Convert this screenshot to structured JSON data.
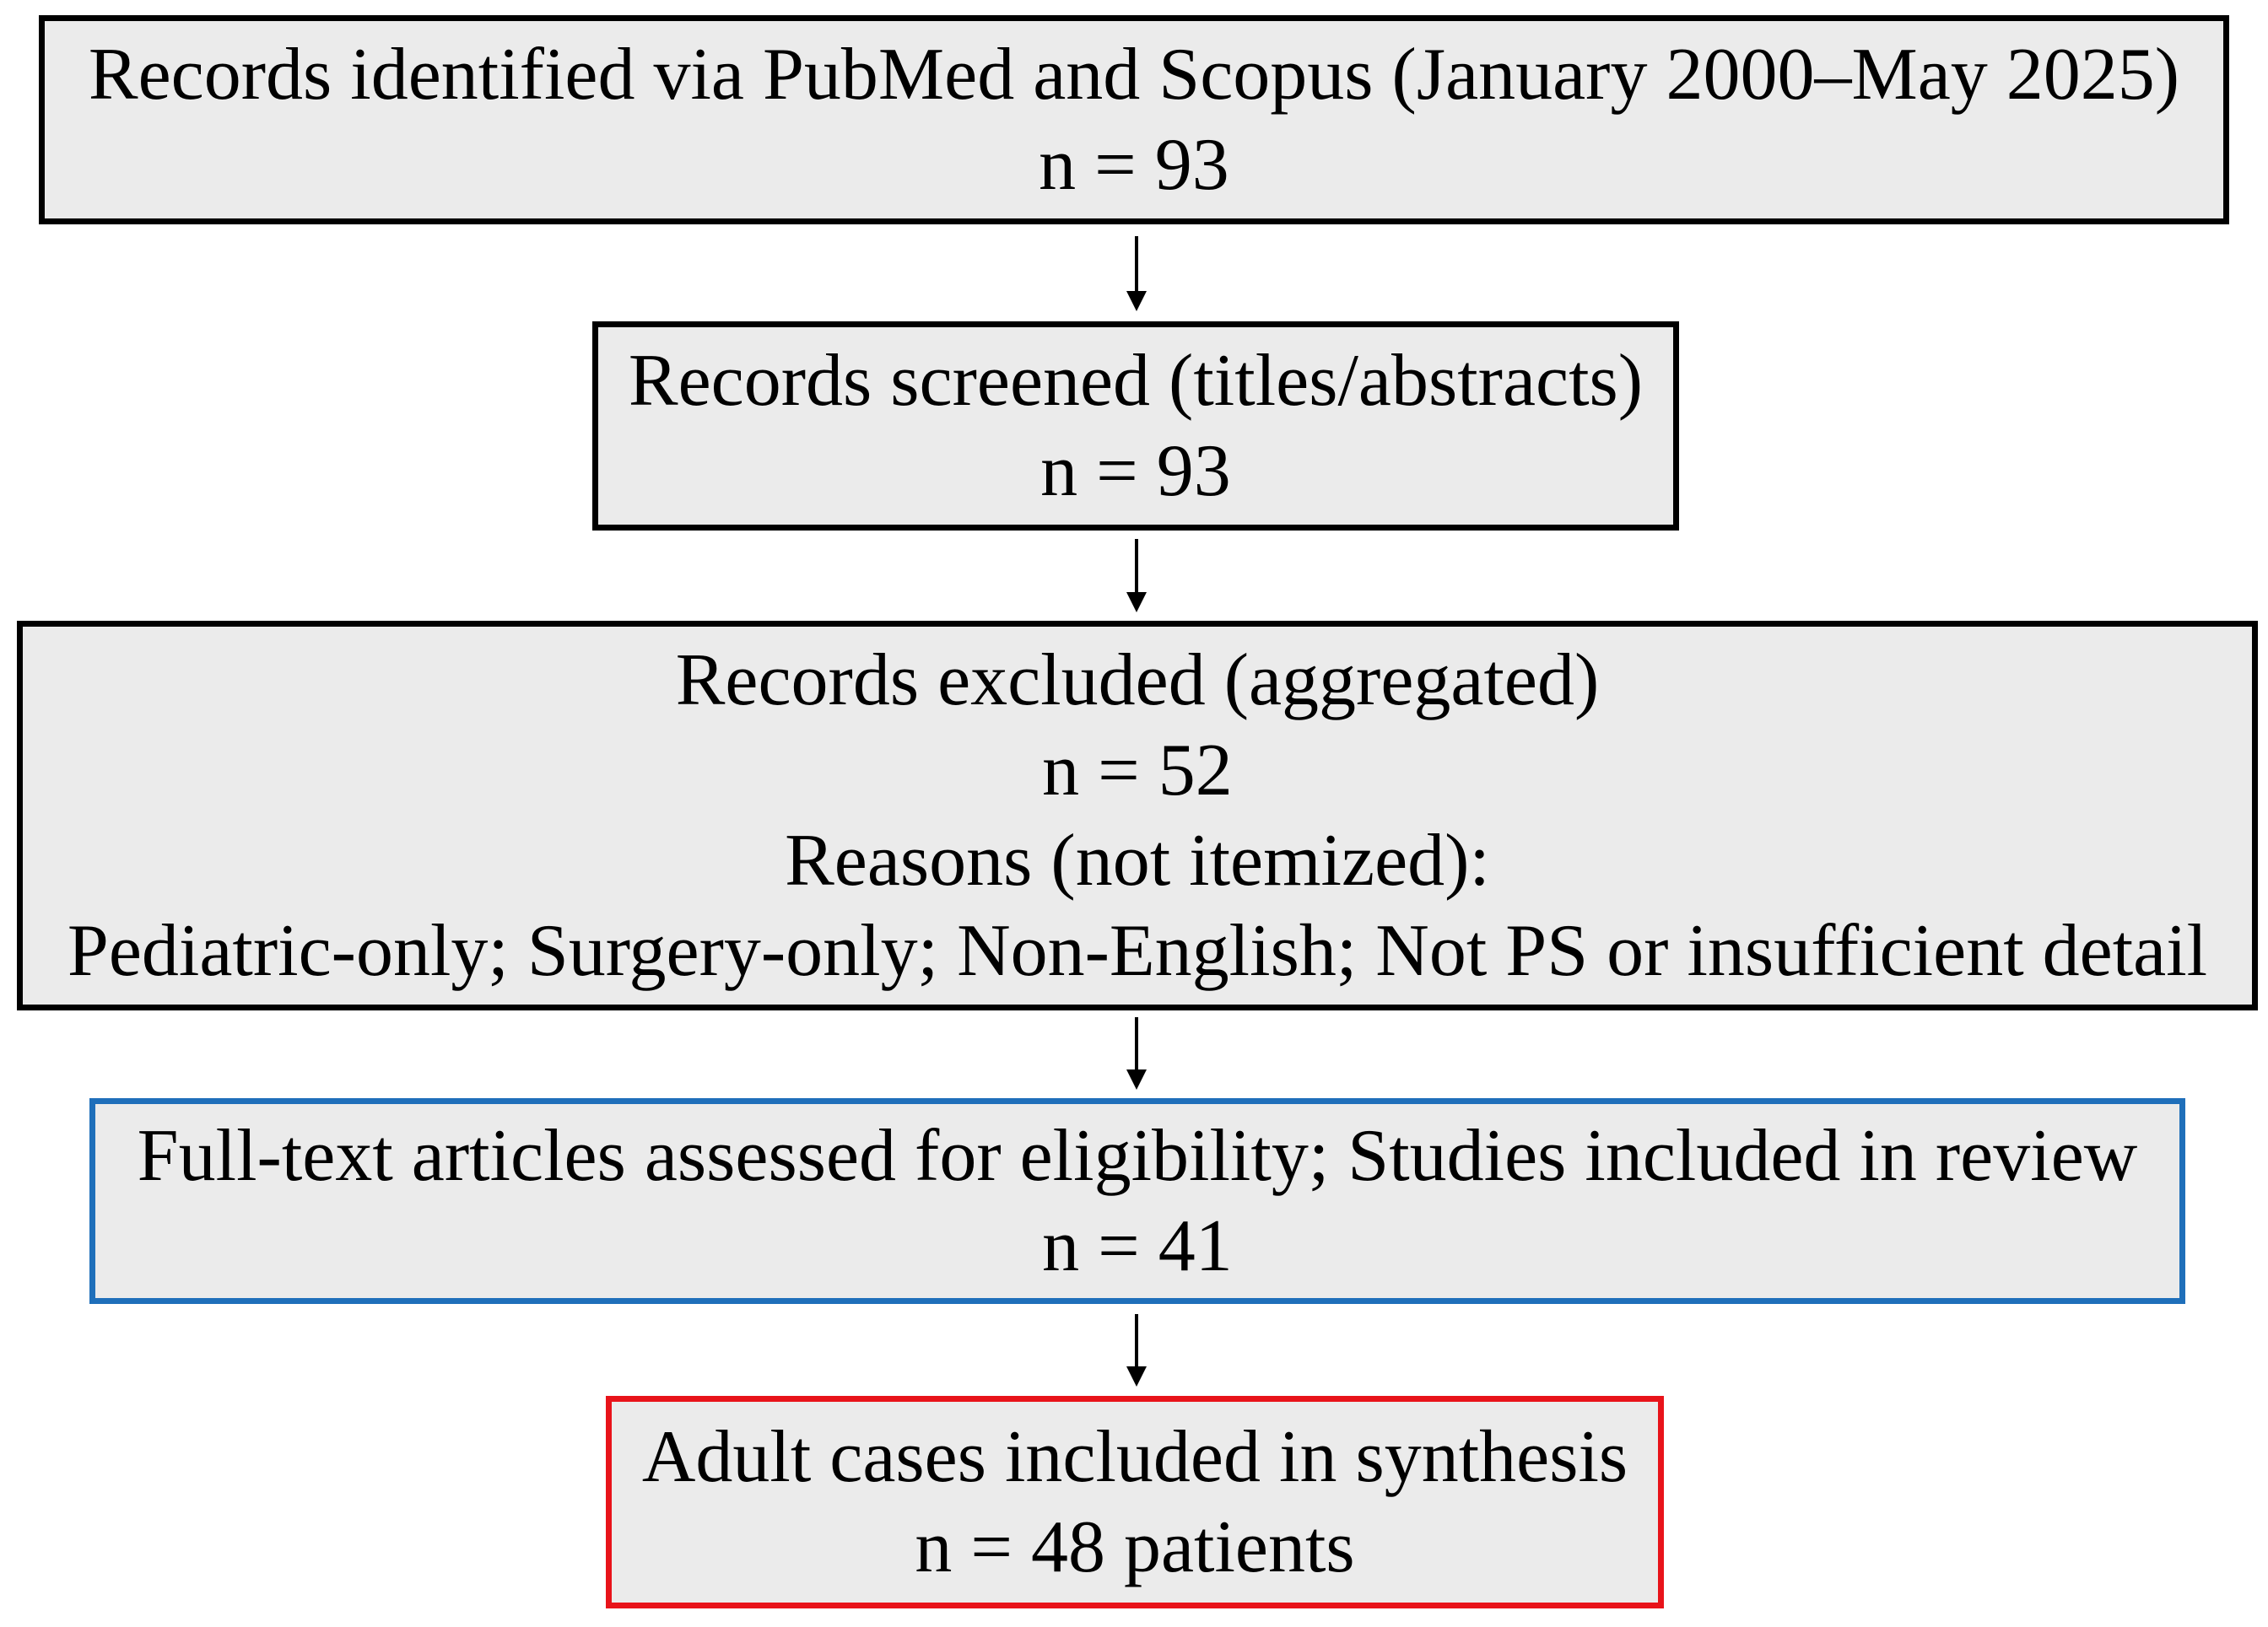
{
  "flow": {
    "identified": {
      "label": "Records identified via PubMed and Scopus (January 2000–May 2025)",
      "count": "n = 93"
    },
    "screened": {
      "label": "Records screened (titles/abstracts)",
      "count": "n = 93"
    },
    "excluded": {
      "label": "Records excluded (aggregated)",
      "count": "n = 52",
      "reasons_heading": "Reasons (not itemized):",
      "reasons": "Pediatric-only; Surgery-only; Non-English; Not PS or insufficient detail"
    },
    "fulltext": {
      "label": "Full-text articles assessed for eligibility; Studies included in review",
      "count": "n = 41"
    },
    "adult": {
      "label": "Adult cases included in synthesis",
      "count": "n = 48 patients"
    }
  },
  "colors": {
    "box_fill": "#ebebeb",
    "default_border": "#000000",
    "fulltext_border": "#1f6fba",
    "adult_border": "#e8131a"
  }
}
